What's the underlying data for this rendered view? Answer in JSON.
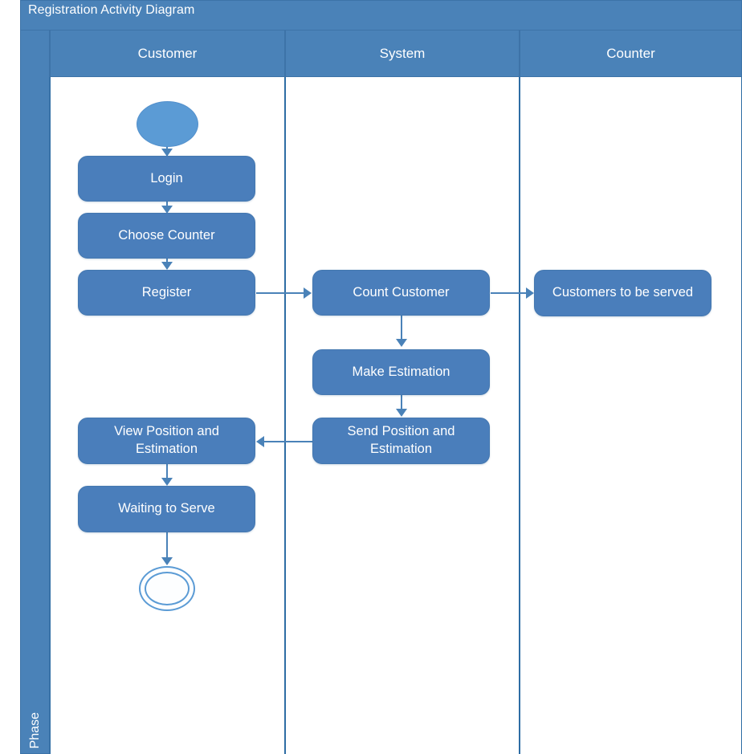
{
  "diagram": {
    "title": "Registration Activity Diagram",
    "phase_label": "Phase",
    "type": "uml-activity-swimlane",
    "colors": {
      "header_band": "#4A82B8",
      "activity_fill": "#4A7EBB",
      "start_node_fill": "#5B9BD5",
      "end_node_stroke": "#5B9BD5",
      "connector": "#4A82B8",
      "lane_divider": "#2E6DA4",
      "text": "#FFFFFF"
    },
    "lanes": [
      {
        "id": "customer",
        "label": "Customer"
      },
      {
        "id": "system",
        "label": "System"
      },
      {
        "id": "counter",
        "label": "Counter"
      }
    ],
    "nodes": [
      {
        "id": "start",
        "lane": "customer",
        "kind": "start",
        "label": ""
      },
      {
        "id": "login",
        "lane": "customer",
        "kind": "activity",
        "label": "Login"
      },
      {
        "id": "choose-counter",
        "lane": "customer",
        "kind": "activity",
        "label": "Choose Counter"
      },
      {
        "id": "register",
        "lane": "customer",
        "kind": "activity",
        "label": "Register"
      },
      {
        "id": "count-customer",
        "lane": "system",
        "kind": "activity",
        "label": "Count Customer"
      },
      {
        "id": "make-estimation",
        "lane": "system",
        "kind": "activity",
        "label": "Make Estimation"
      },
      {
        "id": "send-position",
        "lane": "system",
        "kind": "activity",
        "label": "Send Position and Estimation"
      },
      {
        "id": "customers-served",
        "lane": "counter",
        "kind": "activity",
        "label": "Customers to be served"
      },
      {
        "id": "view-position",
        "lane": "customer",
        "kind": "activity",
        "label": "View Position and Estimation"
      },
      {
        "id": "waiting-to-serve",
        "lane": "customer",
        "kind": "activity",
        "label": "Waiting to Serve"
      },
      {
        "id": "end",
        "lane": "customer",
        "kind": "end",
        "label": ""
      }
    ],
    "edges": [
      {
        "from": "start",
        "to": "login",
        "direction": "down"
      },
      {
        "from": "login",
        "to": "choose-counter",
        "direction": "down"
      },
      {
        "from": "choose-counter",
        "to": "register",
        "direction": "down"
      },
      {
        "from": "register",
        "to": "count-customer",
        "direction": "right"
      },
      {
        "from": "count-customer",
        "to": "customers-served",
        "direction": "right"
      },
      {
        "from": "count-customer",
        "to": "make-estimation",
        "direction": "down"
      },
      {
        "from": "make-estimation",
        "to": "send-position",
        "direction": "down"
      },
      {
        "from": "send-position",
        "to": "view-position",
        "direction": "left"
      },
      {
        "from": "view-position",
        "to": "waiting-to-serve",
        "direction": "down"
      },
      {
        "from": "waiting-to-serve",
        "to": "end",
        "direction": "down"
      }
    ]
  }
}
